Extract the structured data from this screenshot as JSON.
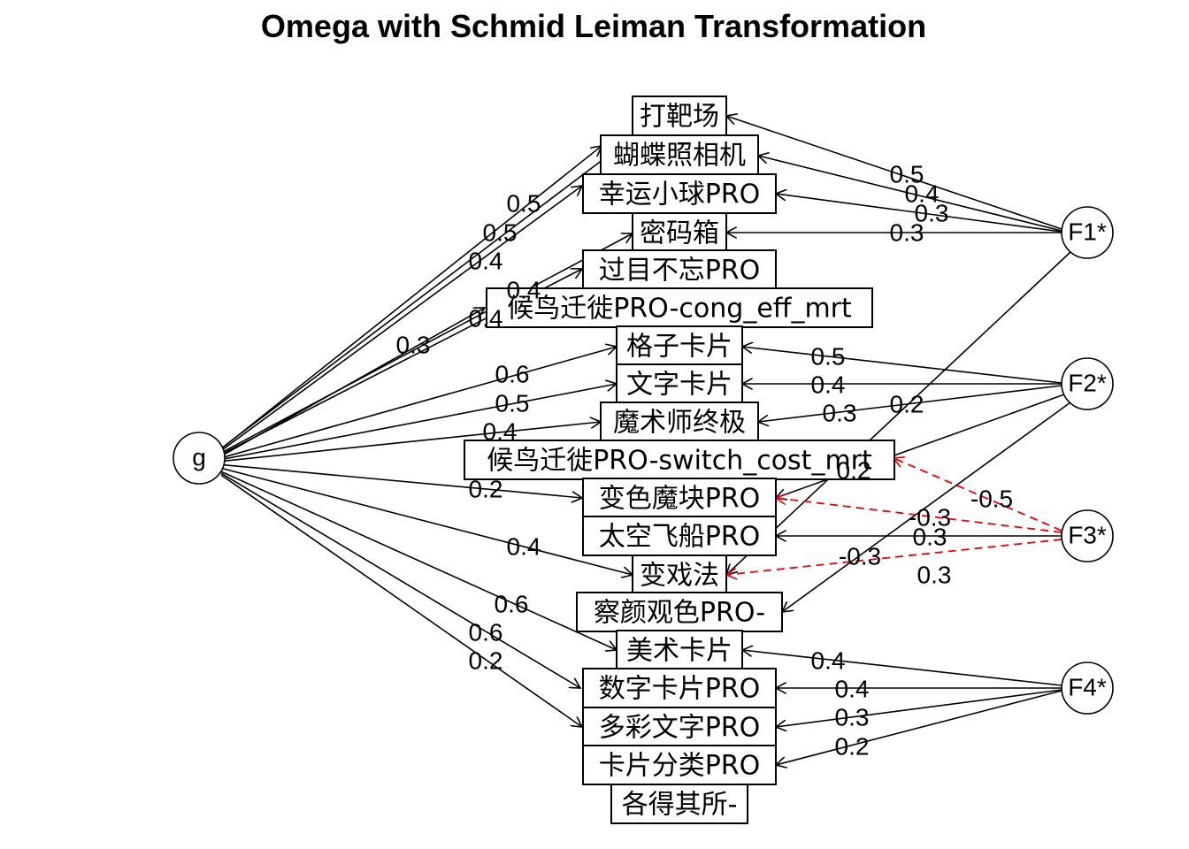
{
  "title": "Omega with Schmid Leiman Transformation",
  "colors": {
    "positive_edge": "#000000",
    "negative_edge": "#e8000b",
    "background": "#ffffff"
  },
  "general_factor": {
    "id": "g",
    "label": "g"
  },
  "group_factors": [
    {
      "id": "F1",
      "label": "F1*"
    },
    {
      "id": "F2",
      "label": "F2*"
    },
    {
      "id": "F3",
      "label": "F3*"
    },
    {
      "id": "F4",
      "label": "F4*"
    }
  ],
  "variables": [
    {
      "id": "v1",
      "label": "打靶场"
    },
    {
      "id": "v2",
      "label": "蝴蝶照相机"
    },
    {
      "id": "v3",
      "label": "幸运小球PRO"
    },
    {
      "id": "v4",
      "label": "密码箱"
    },
    {
      "id": "v5",
      "label": "过目不忘PRO"
    },
    {
      "id": "v6",
      "label": "候鸟迁徙PRO-cong_eff_mrt"
    },
    {
      "id": "v7",
      "label": "格子卡片"
    },
    {
      "id": "v8",
      "label": "文字卡片"
    },
    {
      "id": "v9",
      "label": "魔术师终极"
    },
    {
      "id": "v10",
      "label": "候鸟迁徙PRO-switch_cost_mrt"
    },
    {
      "id": "v11",
      "label": "变色魔块PRO"
    },
    {
      "id": "v12",
      "label": "太空飞船PRO"
    },
    {
      "id": "v13",
      "label": "变戏法"
    },
    {
      "id": "v14",
      "label": "察颜观色PRO-"
    },
    {
      "id": "v15",
      "label": "美术卡片"
    },
    {
      "id": "v16",
      "label": "数字卡片PRO"
    },
    {
      "id": "v17",
      "label": "多彩文字PRO"
    },
    {
      "id": "v18",
      "label": "卡片分类PRO"
    },
    {
      "id": "v19",
      "label": "各得其所-"
    }
  ],
  "g_loadings": [
    {
      "to": "v1",
      "label": "0.5"
    },
    {
      "to": "v2",
      "label": "0.5"
    },
    {
      "to": "v3",
      "label": "0.4"
    },
    {
      "to": "v4",
      "label": "0.4"
    },
    {
      "to": "v5",
      "label": "0.4"
    },
    {
      "to": "v6",
      "label": "0.3"
    },
    {
      "to": "v7",
      "label": "0.6"
    },
    {
      "to": "v8",
      "label": "0.5"
    },
    {
      "to": "v9",
      "label": "0.4"
    },
    {
      "to": "v11",
      "label": "0.2"
    },
    {
      "to": "v13",
      "label": "0.4"
    },
    {
      "to": "v15",
      "label": "0.6"
    },
    {
      "to": "v16",
      "label": "0.6"
    },
    {
      "to": "v17",
      "label": "0.2"
    }
  ],
  "group_loadings": [
    {
      "from": "F1",
      "to": "v1",
      "label": "0.5",
      "negative": false
    },
    {
      "from": "F1",
      "to": "v2",
      "label": "0.4",
      "negative": false
    },
    {
      "from": "F1",
      "to": "v3",
      "label": "0.3",
      "negative": false
    },
    {
      "from": "F1",
      "to": "v4",
      "label": "0.3",
      "negative": false
    },
    {
      "from": "F1",
      "to": "v13",
      "label": "0.2",
      "negative": false
    },
    {
      "from": "F2",
      "to": "v7",
      "label": "0.5",
      "negative": false
    },
    {
      "from": "F2",
      "to": "v8",
      "label": "0.4",
      "negative": false
    },
    {
      "from": "F2",
      "to": "v9",
      "label": "0.3",
      "negative": false
    },
    {
      "from": "F2",
      "to": "v11",
      "label": "0.2",
      "negative": false
    },
    {
      "from": "F2",
      "to": "v14",
      "label": "0.3",
      "negative": false
    },
    {
      "from": "F3",
      "to": "v10",
      "label": "-0.5",
      "negative": true
    },
    {
      "from": "F3",
      "to": "v11",
      "label": "-0.3",
      "negative": true
    },
    {
      "from": "F3",
      "to": "v12",
      "label": "0.3",
      "negative": false
    },
    {
      "from": "F3",
      "to": "v13",
      "label": "-0.3",
      "negative": true
    },
    {
      "from": "F4",
      "to": "v15",
      "label": "0.4",
      "negative": false
    },
    {
      "from": "F4",
      "to": "v16",
      "label": "0.4",
      "negative": false
    },
    {
      "from": "F4",
      "to": "v17",
      "label": "0.3",
      "negative": false
    },
    {
      "from": "F4",
      "to": "v18",
      "label": "0.2",
      "negative": false
    }
  ]
}
